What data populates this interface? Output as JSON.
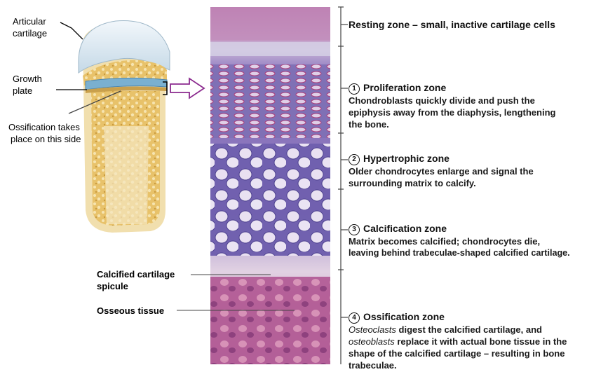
{
  "bone": {
    "articular": [
      "Articular",
      "cartilage"
    ],
    "growth": [
      "Growth",
      "plate"
    ],
    "ossification": [
      "Ossification takes",
      "place on this side"
    ]
  },
  "zones": {
    "resting": "Resting zone – small, inactive cartilage cells",
    "proliferation": {
      "num": "1",
      "title": "Proliferation zone",
      "lines": [
        "Chondroblasts quickly divide and push the",
        "epiphysis away from the diaphysis, lengthening",
        "the bone."
      ]
    },
    "hypertrophic": {
      "num": "2",
      "title": "Hypertrophic zone",
      "lines": [
        "Older chondrocytes enlarge and signal the",
        "surrounding matrix to calcify."
      ]
    },
    "calcification": {
      "num": "3",
      "title": "Calcification zone",
      "lines": [
        "Matrix becomes calcified; chondrocytes die,",
        "leaving behind trabeculae-shaped calcified cartilage."
      ]
    },
    "ossification": {
      "num": "4",
      "title": "Ossification zone",
      "l1_em": "Osteoclasts",
      "l1_rest": " digest the calcified cartilage, and",
      "l2_em": "osteoblasts",
      "l2_rest": " replace it with actual bone tissue in the",
      "l3": "shape of the calcified cartilage – resulting in bone",
      "l4": "trabeculae."
    }
  },
  "micro_labels": {
    "spicule": [
      "Calcified cartilage",
      "spicule"
    ],
    "osseous": "Osseous tissue"
  },
  "colors": {
    "cartilage_blue": "#c7dbe8",
    "bone_yellow": "#e9c97a",
    "stain_purple": "#8a6cb2",
    "stain_pink": "#c06a9a",
    "arrow": "#8b2a8e"
  }
}
